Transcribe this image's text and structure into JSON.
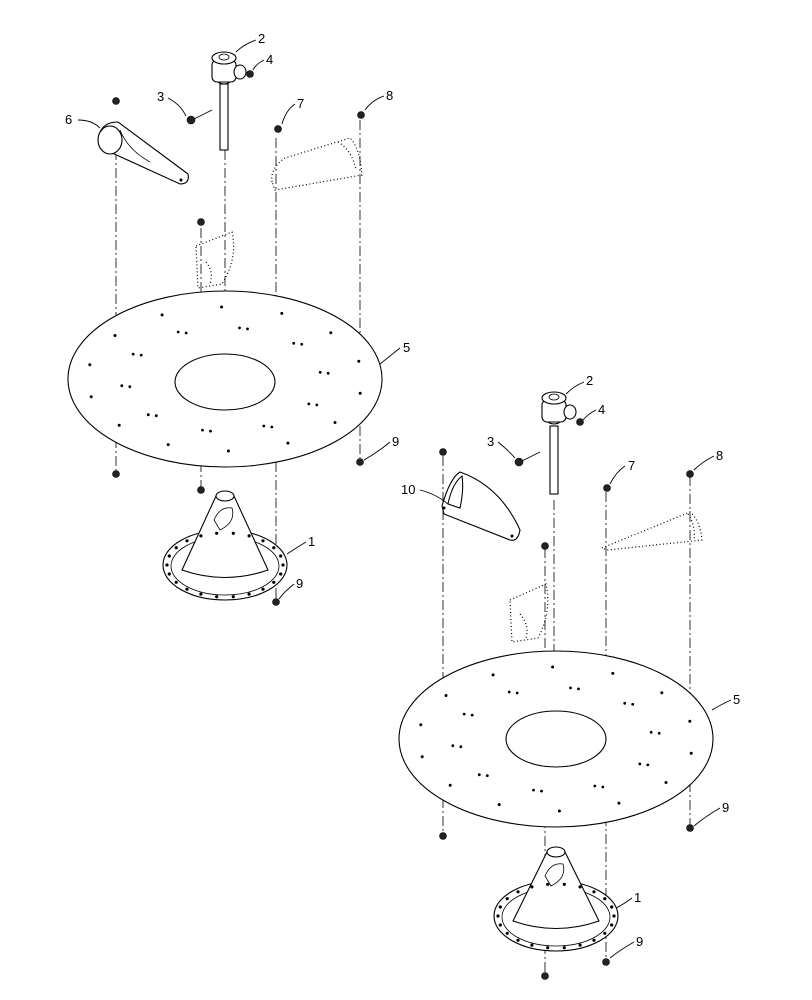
{
  "callouts": {
    "left": {
      "c1": "1",
      "c2": "2",
      "c3": "3",
      "c4": "4",
      "c5": "5",
      "c6": "6",
      "c7": "7",
      "c8": "8",
      "c9a": "9",
      "c9b": "9"
    },
    "right": {
      "c1": "1",
      "c2": "2",
      "c3": "3",
      "c4": "4",
      "c5": "5",
      "c7": "7",
      "c8": "8",
      "c9a": "9",
      "c9b": "9",
      "c10": "10"
    }
  }
}
